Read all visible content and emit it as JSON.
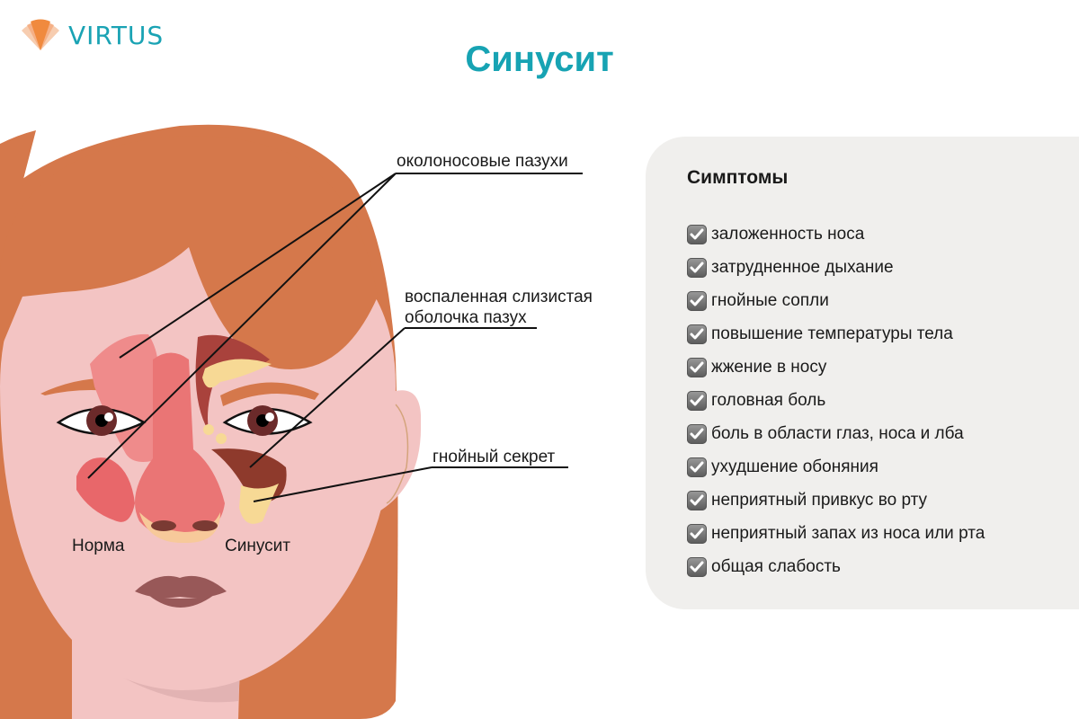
{
  "brand": {
    "name": "VIRTUS",
    "logo_icon": "fan-logo-icon",
    "color": "#1aa3b4",
    "accent": "#f08a3e"
  },
  "page": {
    "title": "Синусит",
    "title_color": "#17a3b3"
  },
  "illustration": {
    "callouts": {
      "sinuses": "околоносовые пазухи",
      "mucosa_line1": "воспаленная слизистая",
      "mucosa_line2": "оболочка пазух",
      "pus": "гнойный секрет"
    },
    "labels": {
      "normal": "Норма",
      "sinusitis": "Синусит"
    },
    "colors": {
      "hair": "#d5784b",
      "skin": "#f3c4c3",
      "sinus_normal": "#e8676a",
      "pus": "#f7d995",
      "inflamed": "#8e3a2c",
      "lips": "#985858"
    }
  },
  "symptoms": {
    "title": "Симптомы",
    "check_icon": "checkbox-checked-icon",
    "items": [
      "заложенность носа",
      "затрудненное дыхание",
      "гнойные сопли",
      "повышение температуры тела",
      "жжение в носу",
      "головная боль",
      "боль в области глаз, носа и лба",
      "ухудшение обоняния",
      "неприятный привкус во рту",
      "неприятный запах из носа или рта",
      "общая слабость"
    ]
  }
}
